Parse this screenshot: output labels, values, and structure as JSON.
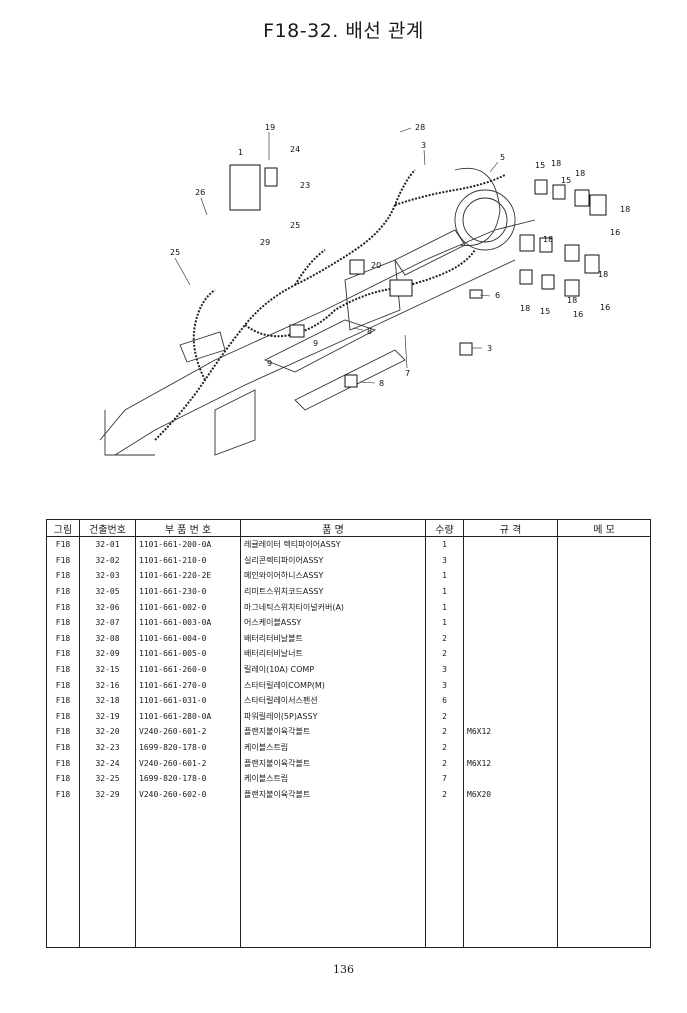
{
  "page": {
    "title": "F18-32. 배선 관계",
    "page_number": "136"
  },
  "diagram": {
    "callouts": [
      "19",
      "28",
      "24",
      "1",
      "3",
      "5",
      "15",
      "18",
      "15",
      "18",
      "18",
      "16",
      "26",
      "23",
      "25",
      "29",
      "18",
      "25",
      "20",
      "18",
      "6",
      "18",
      "16",
      "8",
      "15",
      "18",
      "16",
      "9",
      "9",
      "7",
      "8",
      "3"
    ]
  },
  "table": {
    "headers": [
      "그림",
      "건출번호",
      "부 품 번 호",
      "품 명",
      "수량",
      "규 격",
      "메 모"
    ],
    "rows": [
      [
        "F18",
        "32-01",
        "1101-661-200-0A",
        "레귤레이터 렉티파이어ASSY",
        "1",
        ""
      ],
      [
        "F18",
        "32-02",
        "1101-661-210-0",
        "실리콘렉티파이어ASSY",
        "3",
        ""
      ],
      [
        "F18",
        "32-03",
        "1101-661-220-2E",
        "메인와이어하니스ASSY",
        "1",
        ""
      ],
      [
        "F18",
        "32-05",
        "1101-661-230-0",
        "리미트스위치코드ASSY",
        "1",
        ""
      ],
      [
        "F18",
        "32-06",
        "1101-661-002-0",
        "마그네틱스위치티이널커버(A)",
        "1",
        ""
      ],
      [
        "F18",
        "32-07",
        "1101-661-003-0A",
        "어스케이블ASSY",
        "1",
        ""
      ],
      [
        "F18",
        "32-08",
        "1101-661-004-0",
        "배터리터비날볼트",
        "2",
        ""
      ],
      [
        "F18",
        "32-09",
        "1101-661-005-0",
        "배터리터비날너트",
        "2",
        ""
      ],
      [
        "F18",
        "32-15",
        "1101-661-260-0",
        "릴레이(10A) COMP",
        "3",
        ""
      ],
      [
        "F18",
        "32-16",
        "1101-661-270-0",
        "스타터릴레이COMP(M)",
        "3",
        ""
      ],
      [
        "F18",
        "32-18",
        "1101-661-031-0",
        "스타터릴레이서스펜션",
        "6",
        ""
      ],
      [
        "F18",
        "32-19",
        "1101-661-280-0A",
        "파워릴레이(5P)ASSY",
        "2",
        ""
      ],
      [
        "F18",
        "32-20",
        "V240-260-601-2",
        "플랜지붙이육각볼트",
        "2",
        "M6X12"
      ],
      [
        "F18",
        "32-23",
        "1699-820-178-0",
        "케이블스트립",
        "2",
        ""
      ],
      [
        "F18",
        "32-24",
        "V240-260-601-2",
        "플랜지붙이육각볼트",
        "2",
        "M6X12"
      ],
      [
        "F18",
        "32-25",
        "1699-820-178-0",
        "케이블스트립",
        "7",
        ""
      ],
      [
        "F18",
        "32-29",
        "V240-260-602-0",
        "플랜지붙이육각볼트",
        "2",
        "M6X20"
      ]
    ]
  }
}
